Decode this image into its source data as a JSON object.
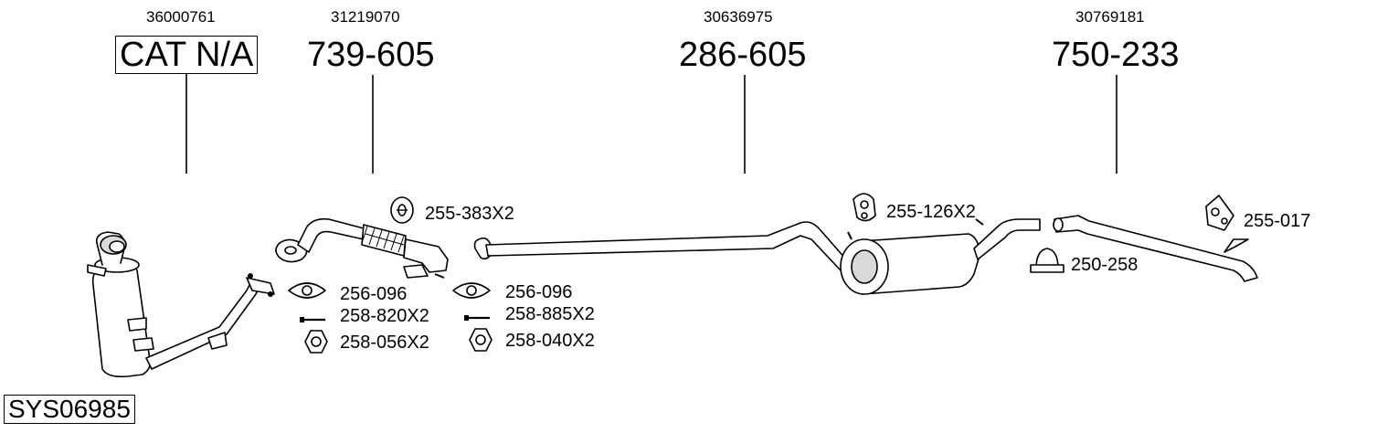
{
  "system_code": "SYS06985",
  "assemblies": [
    {
      "oem_number": "36000761",
      "part_number": "CAT N/A",
      "boxed": true
    },
    {
      "oem_number": "31219070",
      "part_number": "739-605",
      "boxed": false
    },
    {
      "oem_number": "30636975",
      "part_number": "286-605",
      "boxed": false
    },
    {
      "oem_number": "30769181",
      "part_number": "750-233",
      "boxed": false
    }
  ],
  "accessories": [
    {
      "code": "255-383X2",
      "icon": "rubber-hanger-icon"
    },
    {
      "code": "256-096",
      "icon": "gasket-icon"
    },
    {
      "code": "258-820X2",
      "icon": "bolt-icon"
    },
    {
      "code": "258-056X2",
      "icon": "nut-icon"
    },
    {
      "code": "256-096",
      "icon": "gasket-icon"
    },
    {
      "code": "258-885X2",
      "icon": "bolt-icon"
    },
    {
      "code": "258-040X2",
      "icon": "nut-icon"
    },
    {
      "code": "255-126X2",
      "icon": "rubber-hanger-icon"
    },
    {
      "code": "250-258",
      "icon": "clamp-icon"
    },
    {
      "code": "255-017",
      "icon": "rubber-hanger-icon"
    }
  ]
}
